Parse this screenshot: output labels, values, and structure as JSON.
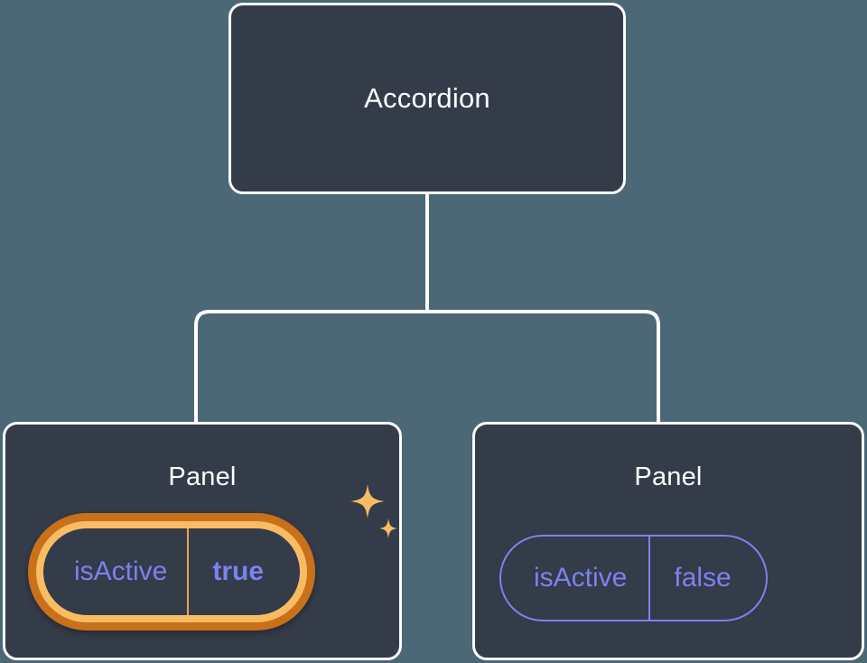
{
  "diagram": {
    "type": "component-tree",
    "background_color": "#4c6775",
    "node_fill_color": "#343b49",
    "node_border_color": "#ffffff",
    "connector_color": "#ffffff",
    "prop_accent_color": "#7c82ee",
    "highlight_ring_outer_color": "#c9711a",
    "highlight_ring_inner_color": "#f9bc63",
    "sparkle_color": "#f9bc63"
  },
  "root": {
    "title": "Accordion"
  },
  "panels": [
    {
      "title": "Panel",
      "prop": {
        "key": "isActive",
        "value": "true",
        "highlighted": true
      },
      "sparkles": [
        "sparkle-large-icon",
        "sparkle-small-icon"
      ]
    },
    {
      "title": "Panel",
      "prop": {
        "key": "isActive",
        "value": "false",
        "highlighted": false
      }
    }
  ]
}
